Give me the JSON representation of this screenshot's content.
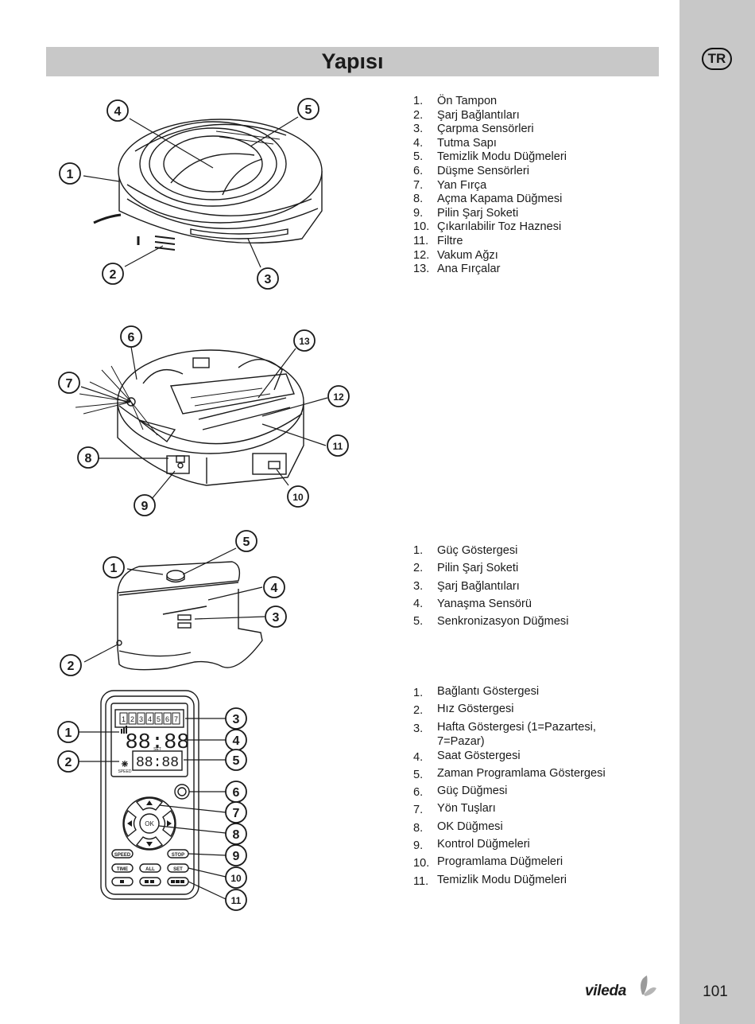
{
  "header": {
    "title": "Yapısı",
    "lang_badge": "TR"
  },
  "legend_robot": [
    {
      "n": "1.",
      "t": "Ön Tampon"
    },
    {
      "n": "2.",
      "t": "Şarj Bağlantıları"
    },
    {
      "n": "3.",
      "t": "Çarpma Sensörleri"
    },
    {
      "n": "4.",
      "t": "Tutma Sapı"
    },
    {
      "n": "5.",
      "t": "Temizlik Modu Düğmeleri"
    },
    {
      "n": "6.",
      "t": "Düşme Sensörleri"
    },
    {
      "n": "7.",
      "t": "Yan Fırça"
    },
    {
      "n": "8.",
      "t": "Açma Kapama Düğmesi"
    },
    {
      "n": "9.",
      "t": "Pilin Şarj Soketi"
    },
    {
      "n": "10.",
      "t": "Çıkarılabilir Toz Haznesi"
    },
    {
      "n": "11.",
      "t": "Filtre"
    },
    {
      "n": "12.",
      "t": "Vakum Ağzı"
    },
    {
      "n": "13.",
      "t": "Ana Fırçalar"
    }
  ],
  "legend_station": [
    {
      "n": "1.",
      "t": "Güç Göstergesi"
    },
    {
      "n": "2.",
      "t": "Pilin Şarj Soketi"
    },
    {
      "n": "3.",
      "t": "Şarj Bağlantıları"
    },
    {
      "n": "4.",
      "t": "Yanaşma Sensörü"
    },
    {
      "n": "5.",
      "t": "Senkronizasyon Düğmesi"
    }
  ],
  "legend_remote": [
    {
      "n": "1.",
      "t": "Bağlantı Göstergesi"
    },
    {
      "n": "2.",
      "t": "Hız Göstergesi"
    },
    {
      "n": "3.",
      "t": "Hafta Göstergesi (1=Pazartesi, 7=Pazar)"
    },
    {
      "n": "4.",
      "t": "Saat Göstergesi"
    },
    {
      "n": "5.",
      "t": "Zaman Programlama Göstergesi"
    },
    {
      "n": "6.",
      "t": "Güç Düğmesi"
    },
    {
      "n": "7.",
      "t": "Yön Tuşları"
    },
    {
      "n": "8.",
      "t": "OK Düğmesi"
    },
    {
      "n": "9.",
      "t": "Kontrol Düğmeleri"
    },
    {
      "n": "10.",
      "t": "Programlama Düğmeleri"
    },
    {
      "n": "11.",
      "t": "Temizlik Modu Düğmeleri"
    }
  ],
  "callouts": {
    "robot_top": [
      "4",
      "5",
      "1",
      "2",
      "3"
    ],
    "robot_bottom": [
      "6",
      "13",
      "7",
      "12",
      "8",
      "11",
      "9",
      "10"
    ],
    "station": [
      "5",
      "1",
      "4",
      "3",
      "2"
    ],
    "remote": [
      "3",
      "1",
      "4",
      "2",
      "5",
      "6",
      "7",
      "8",
      "9",
      "10",
      "11"
    ]
  },
  "remote_labels": {
    "days": [
      "1",
      "2",
      "3",
      "4",
      "5",
      "6",
      "7"
    ],
    "time_big": "88:88",
    "time_small": "88:88",
    "set": "SET",
    "speed_ind": "SPEED",
    "ok": "OK",
    "btn_speed": "SPEED",
    "btn_stop": "STOP",
    "btn_time": "TIME",
    "btn_all": "ALL",
    "btn_set": "SET"
  },
  "footer": {
    "brand": "vileda",
    "page_number": "101"
  }
}
